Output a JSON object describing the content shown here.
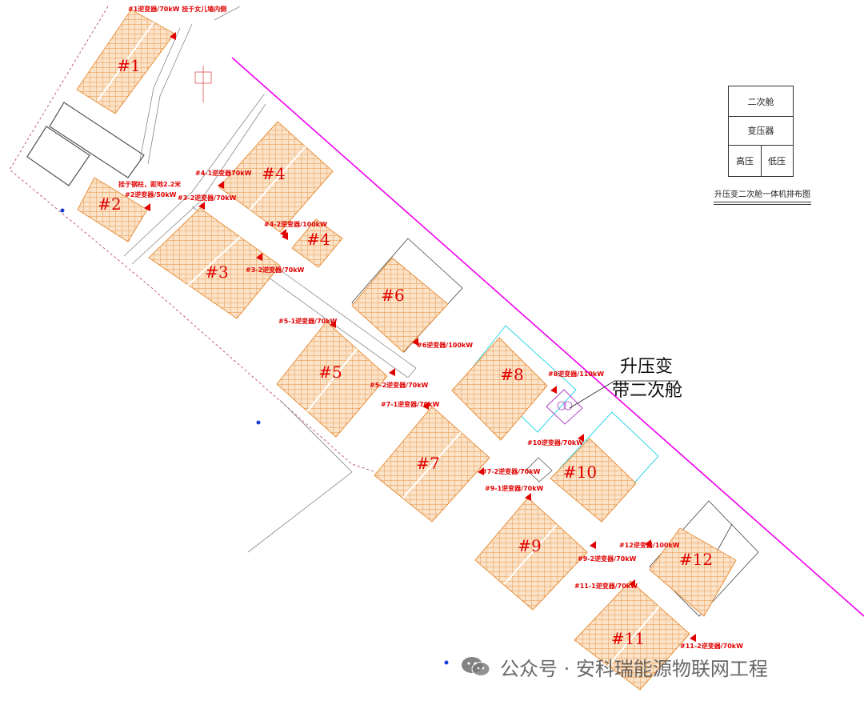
{
  "arrays": [
    {
      "id": "#1",
      "label": "#1"
    },
    {
      "id": "#2",
      "label": "#2"
    },
    {
      "id": "#3",
      "label": "#3"
    },
    {
      "id": "#4a",
      "label": "#4"
    },
    {
      "id": "#4b",
      "label": "#4"
    },
    {
      "id": "#5",
      "label": "#5"
    },
    {
      "id": "#6",
      "label": "#6"
    },
    {
      "id": "#7",
      "label": "#7"
    },
    {
      "id": "#8",
      "label": "#8"
    },
    {
      "id": "#9",
      "label": "#9"
    },
    {
      "id": "#10",
      "label": "#10"
    },
    {
      "id": "#11",
      "label": "#11"
    },
    {
      "id": "#12",
      "label": "#12"
    }
  ],
  "inverter_labels": [
    "#1逆变器/70kW 挂于女儿墙内侧",
    "#2逆变器/50kW",
    "挂于钢柱，距地2.2米",
    "#4-1逆变器70kW",
    "#3-2逆变器/70kW",
    "#4-2逆变器/100kW",
    "#3-2逆变器/70kW",
    "#5-1逆变器/70kW",
    "#6逆变器/100kW",
    "#5-2逆变器/70kW",
    "#7-1逆变器/70kW",
    "#8逆变器/110kW",
    "#10逆变器/70kW",
    "#7-2逆变器/70kW",
    "#9-1逆变器/70kW",
    "#9-2逆变器/70kW",
    "#12逆变器/100kW",
    "#11-1逆变器/70kW",
    "#11-2逆变器/70kW"
  ],
  "booster": {
    "line1": "升压变",
    "line2": "带二次舱"
  },
  "legend": {
    "row1": "二次舱",
    "row2": "变压器",
    "high": "高压",
    "low": "低压",
    "caption": "升压变二次舱一体机排布图"
  },
  "watermark": {
    "text": "公众号 · 安科瑞能源物联网工程"
  },
  "colors": {
    "panel_fill": "#fbe3c9",
    "panel_grid": "#e8923f",
    "label_red": "#e00000",
    "boundary_magenta": "#ee00ee",
    "cyan": "#35d6e6",
    "purple": "#b045c8"
  }
}
